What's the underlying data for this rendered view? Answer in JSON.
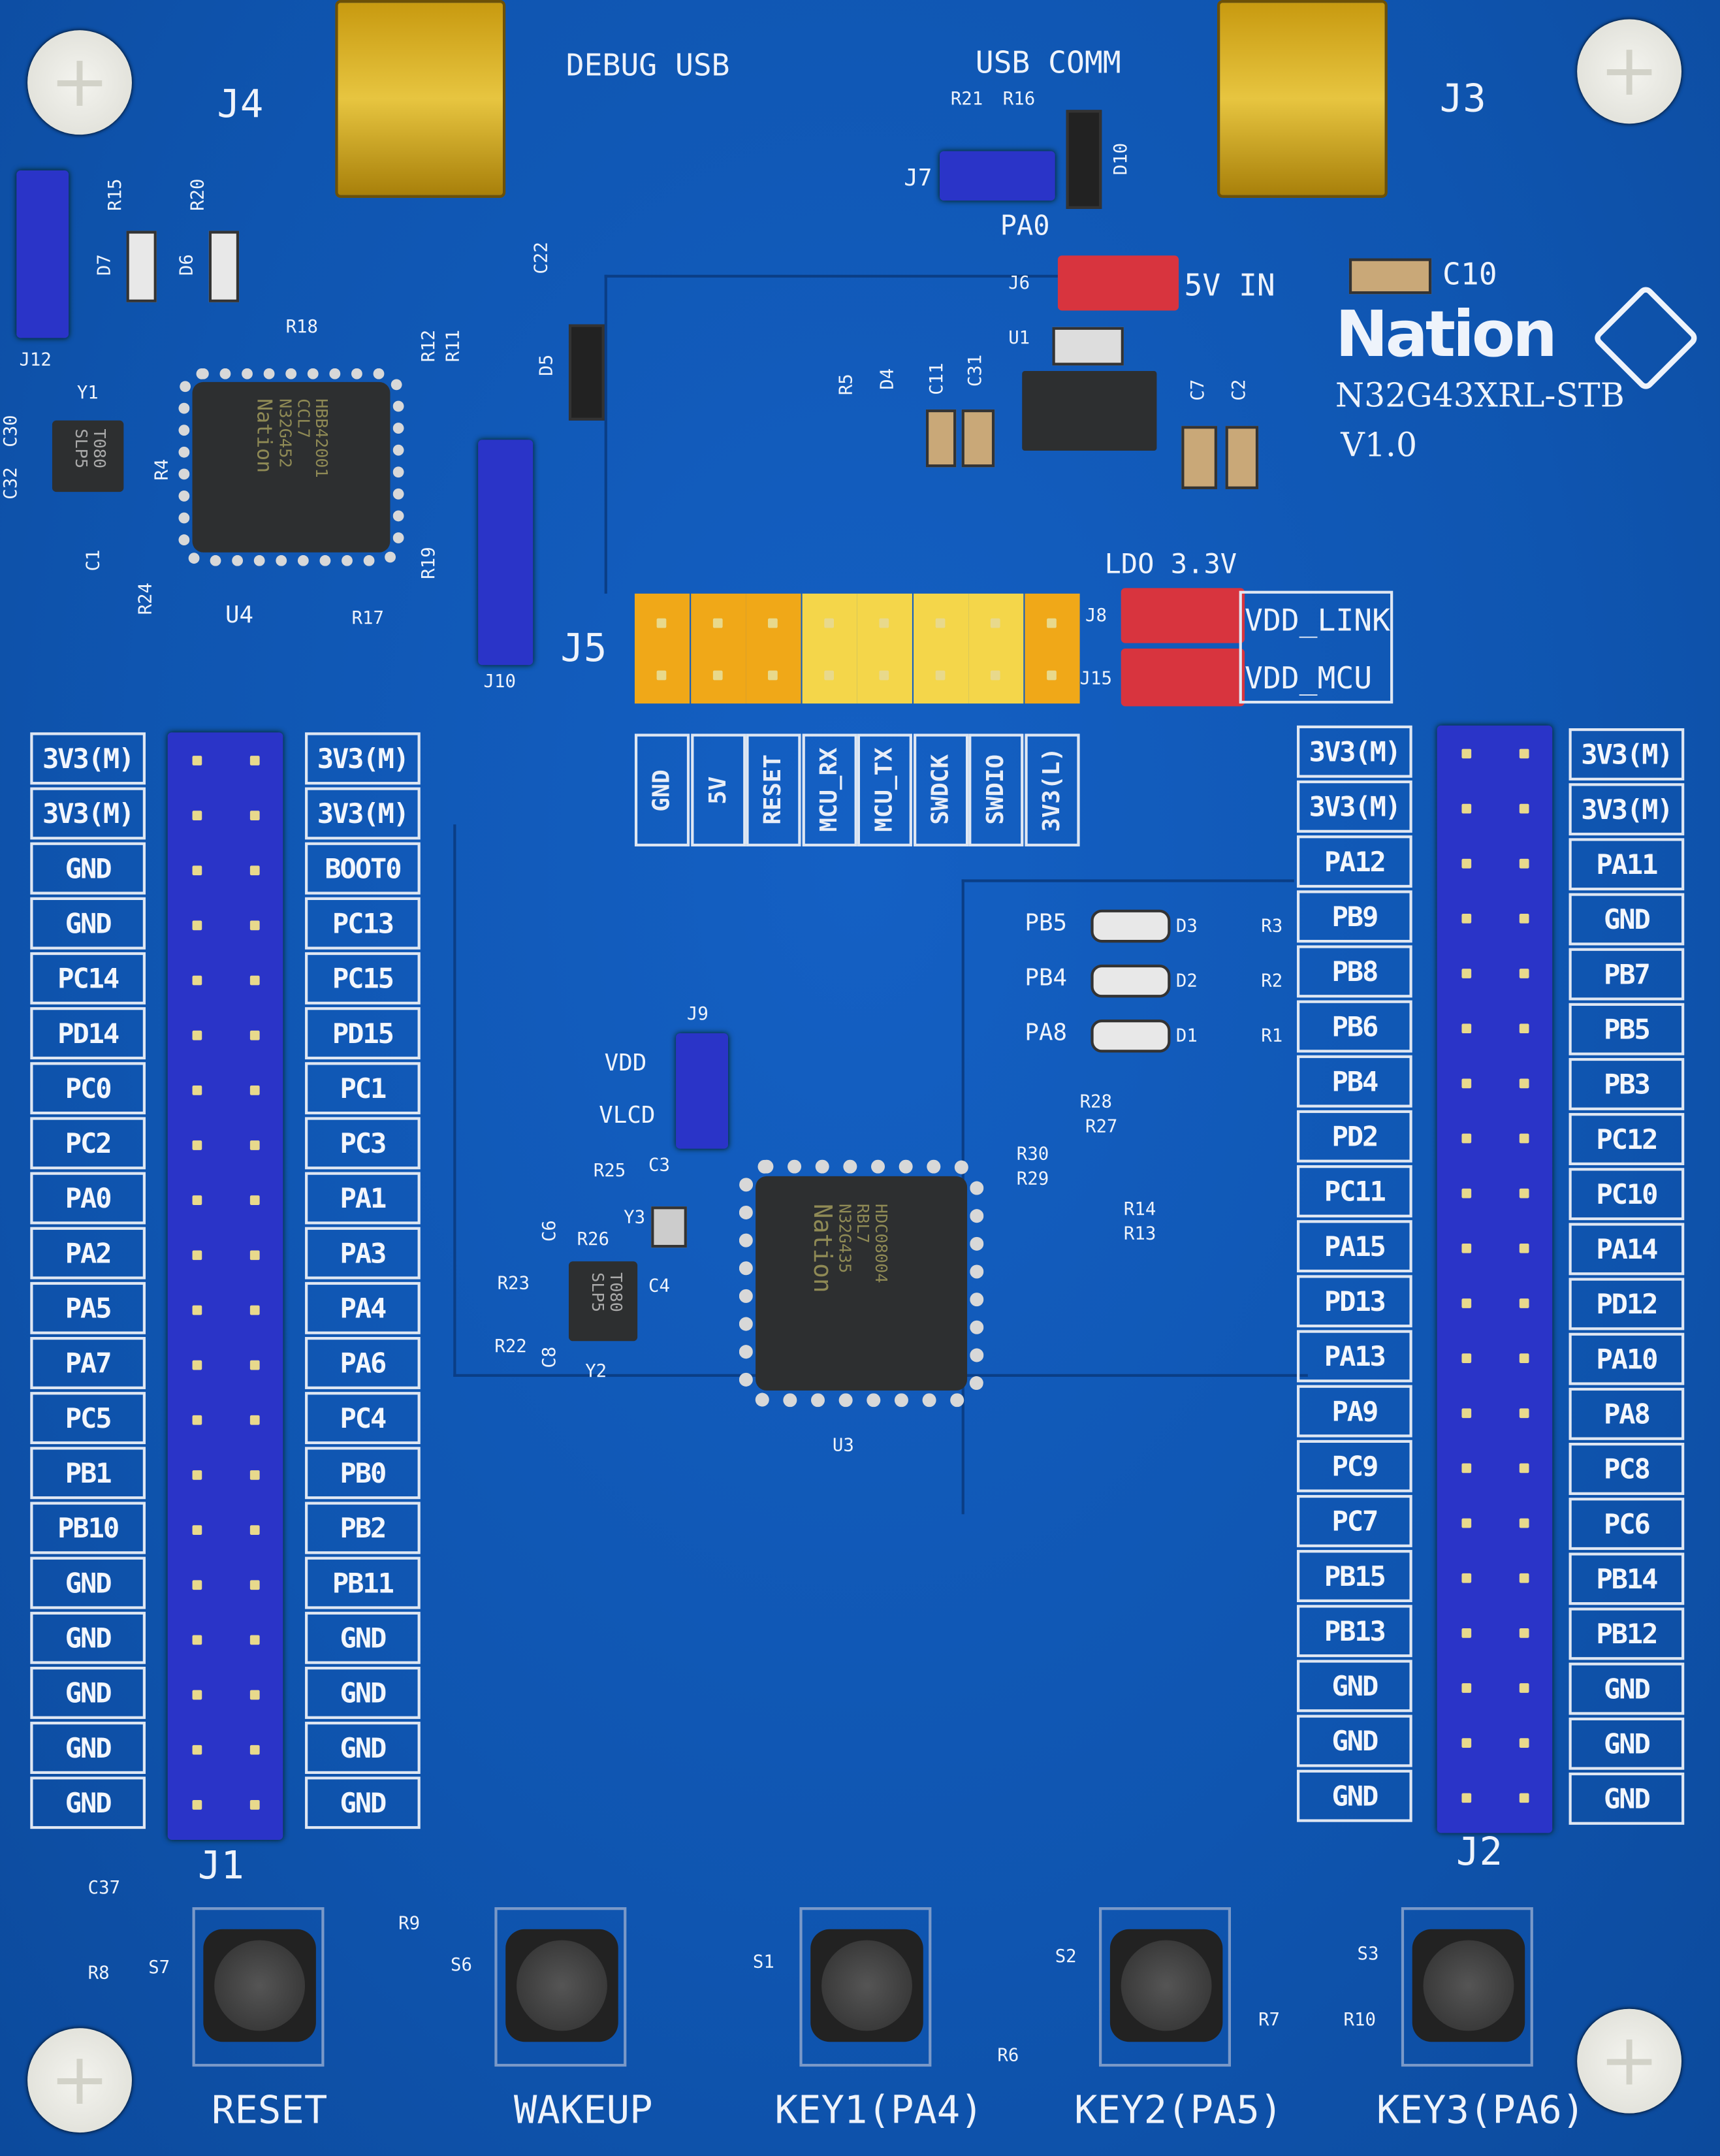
{
  "board": {
    "brand": "Nation",
    "model": "N32G43XRL-STB",
    "version": "V1.0",
    "colors": {
      "pcb": "#0f55b0",
      "silk": "#eef3fb",
      "header": "#2a34c8",
      "jumper_red": "#d8343e",
      "j5_orange": "#f0a818"
    }
  },
  "connectors": {
    "j4": "J4",
    "j4_label": "DEBUG USB",
    "j3": "J3",
    "j3_label": "USB COMM",
    "j1": "J1",
    "j2": "J2",
    "j5": "J5",
    "j10": "J10",
    "j12": "J12",
    "j7": "J7",
    "j7_label": "PA0",
    "j6": "J6",
    "j6_label": "5V IN",
    "j8": "J8",
    "j8_label": "VDD_LINK",
    "j15": "J15",
    "j15_label": "VDD_MCU",
    "j9": "J9",
    "j9_vdd": "VDD",
    "j9_vlcd": "VLCD",
    "ldo": "LDO 3.3V"
  },
  "chips": {
    "u4": {
      "ref": "U4",
      "lines": [
        "Nation",
        "N32G452",
        "CCL7",
        "HBB42001"
      ]
    },
    "u3": {
      "ref": "U3",
      "lines": [
        "Nation",
        "N32G435",
        "RBL7",
        "HDC08004"
      ]
    },
    "u1": {
      "ref": "U1"
    }
  },
  "refs": {
    "r15": "R15",
    "r20": "R20",
    "d7": "D7",
    "d6": "D6",
    "r18": "R18",
    "r12": "R12",
    "r11": "R11",
    "c22": "C22",
    "d5": "D5",
    "y1": "Y1",
    "c30": "C30",
    "c32": "C32",
    "r4": "R4",
    "c1": "C1",
    "r24": "R24",
    "r17": "R17",
    "r19": "R19",
    "r21": "R21",
    "r16": "R16",
    "d10": "D10",
    "c10": "C10",
    "r5": "R5",
    "d4": "D4",
    "c11": "C11",
    "c31": "C31",
    "c7": "C7",
    "c2": "C2",
    "xtal": "T080 SLP5",
    "pb5": "PB5",
    "pb4": "PB4",
    "pa8": "PA8",
    "d3": "D3",
    "d2": "D2",
    "d1": "D1",
    "r3": "R3",
    "r2": "R2",
    "r1": "R1",
    "r28": "R28",
    "r27": "R27",
    "r30": "R30",
    "r29": "R29",
    "r14": "R14",
    "r13": "R13",
    "r25": "R25",
    "c3": "C3",
    "y3": "Y3",
    "r26": "R26",
    "c4": "C4",
    "c6": "C6",
    "r23": "R23",
    "r22": "R22",
    "c8": "C8",
    "y2": "Y2",
    "c37": "C37",
    "r8": "R8",
    "s7": "S7",
    "r9": "R9",
    "s6": "S6",
    "s1": "S1",
    "r6": "R6",
    "s2": "S2",
    "r7": "R7",
    "s3": "S3",
    "r10": "R10"
  },
  "j5_signals": [
    "GND",
    "5V",
    "RESET",
    "MCU_RX",
    "MCU_TX",
    "SWDCK",
    "SWDIO",
    "3V3(L)"
  ],
  "j1_left": [
    "3V3(M)",
    "3V3(M)",
    "GND",
    "GND",
    "PC14",
    "PD14",
    "PC0",
    "PC2",
    "PA0",
    "PA2",
    "PA5",
    "PA7",
    "PC5",
    "PB1",
    "PB10",
    "GND",
    "GND",
    "GND",
    "GND",
    "GND"
  ],
  "j1_right": [
    "3V3(M)",
    "3V3(M)",
    "BOOT0",
    "PC13",
    "PC15",
    "PD15",
    "PC1",
    "PC3",
    "PA1",
    "PA3",
    "PA4",
    "PA6",
    "PC4",
    "PB0",
    "PB2",
    "PB11",
    "GND",
    "GND",
    "GND",
    "GND"
  ],
  "j2_left": [
    "3V3(M)",
    "3V3(M)",
    "PA12",
    "PB9",
    "PB8",
    "PB6",
    "PB4",
    "PD2",
    "PC11",
    "PA15",
    "PD13",
    "PA13",
    "PA9",
    "PC9",
    "PC7",
    "PB15",
    "PB13",
    "GND",
    "GND",
    "GND"
  ],
  "j2_right": [
    "3V3(M)",
    "3V3(M)",
    "PA11",
    "GND",
    "PB7",
    "PB5",
    "PB3",
    "PC12",
    "PC10",
    "PA14",
    "PD12",
    "PA10",
    "PA8",
    "PC8",
    "PC6",
    "PB14",
    "PB12",
    "GND",
    "GND",
    "GND"
  ],
  "buttons": [
    {
      "label": "RESET"
    },
    {
      "label": "WAKEUP"
    },
    {
      "label": "KEY1(PA4)"
    },
    {
      "label": "KEY2(PA5)"
    },
    {
      "label": "KEY3(PA6)"
    }
  ]
}
